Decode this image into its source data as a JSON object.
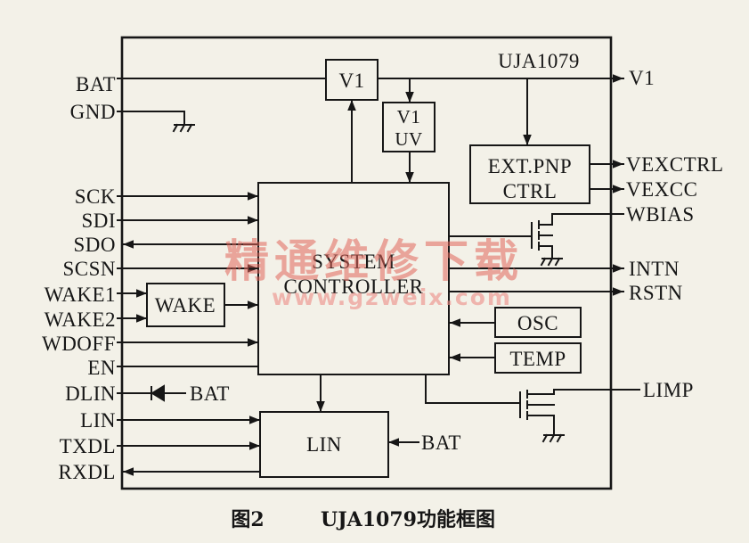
{
  "chip": {
    "name": "UJA1079"
  },
  "blocks": {
    "v1": "V1",
    "v1_uv": [
      "V1",
      "UV"
    ],
    "ext_pnp_ctrl": [
      "EXT.PNP",
      "CTRL"
    ],
    "system_controller": [
      "SYSTEM",
      "CONTROLLER"
    ],
    "wake": "WAKE",
    "osc": "OSC",
    "temp": "TEMP",
    "lin": "LIN"
  },
  "left_pins": [
    "BAT",
    "GND",
    "SCK",
    "SDI",
    "SDO",
    "SCSN",
    "WAKE1",
    "WAKE2",
    "WDOFF",
    "EN",
    "DLIN",
    "LIN",
    "TXDL",
    "RXDL"
  ],
  "right_pins": [
    "V1",
    "VEXCTRL",
    "VEXCC",
    "WBIAS",
    "INTN",
    "RSTN",
    "LIMP"
  ],
  "internal_labels": {
    "dlin_supply": "BAT",
    "lin_supply": "BAT"
  },
  "watermark": {
    "text": "精通维修下载",
    "url": "www.gzweix.com"
  },
  "caption": {
    "figure": "图2",
    "title": "UJA1079功能框图"
  },
  "colors": {
    "background": "#f3f1e8",
    "line": "#161616",
    "watermark": "#e0645a",
    "watermark_url": "#ec8c86"
  }
}
